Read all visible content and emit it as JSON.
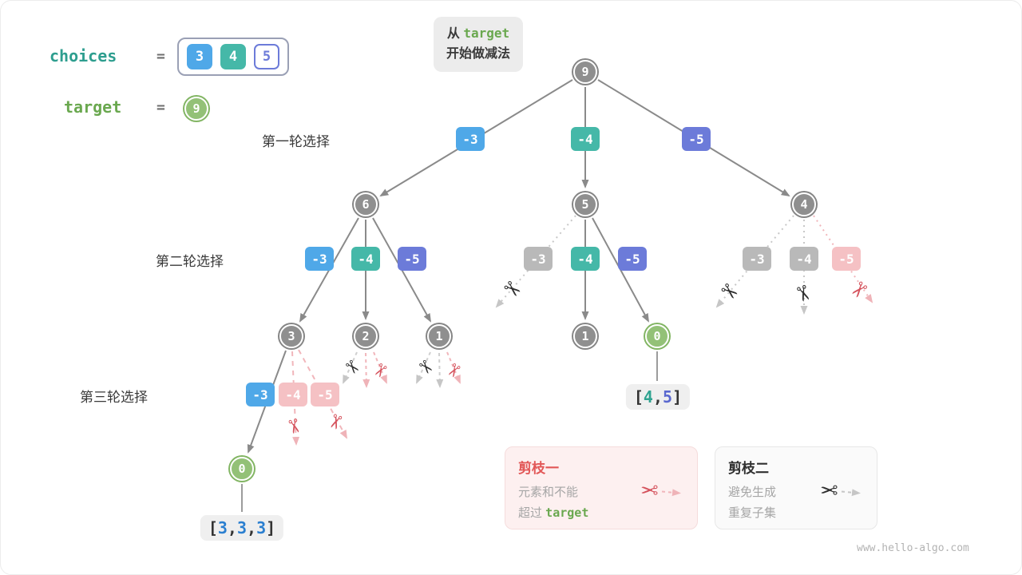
{
  "icons": {
    "scissors": "✂"
  },
  "watermark": "www.hello-algo.com",
  "variables": {
    "choices_label": "choices",
    "equals": "=",
    "choices": [
      {
        "value": "3",
        "color": "#4FA8E8"
      },
      {
        "value": "4",
        "color": "#45B8A8"
      },
      {
        "value": "5",
        "color": "#6C7BD9"
      }
    ],
    "target_label": "target",
    "target_value": "9",
    "target_color": "#6AA84F"
  },
  "annotation": {
    "prefix": "从 ",
    "code": "target",
    "line2": "开始做减法"
  },
  "round_labels": [
    {
      "text": "第一轮选择"
    },
    {
      "text": "第二轮选择"
    },
    {
      "text": "第三轮选择"
    }
  ],
  "nodes": [
    {
      "value": "9",
      "type": "gray"
    },
    {
      "value": "6",
      "type": "gray"
    },
    {
      "value": "5",
      "type": "gray"
    },
    {
      "value": "4",
      "type": "gray"
    },
    {
      "value": "3",
      "type": "gray"
    },
    {
      "value": "2",
      "type": "gray"
    },
    {
      "value": "1",
      "type": "gray"
    },
    {
      "value": "1",
      "type": "gray"
    },
    {
      "value": "0",
      "type": "green"
    },
    {
      "value": "0",
      "type": "green"
    }
  ],
  "edge_labels": [
    {
      "text": "-3",
      "style": "blue"
    },
    {
      "text": "-4",
      "style": "teal"
    },
    {
      "text": "-5",
      "style": "indigo"
    },
    {
      "text": "-3",
      "style": "blue"
    },
    {
      "text": "-4",
      "style": "teal"
    },
    {
      "text": "-5",
      "style": "indigo"
    },
    {
      "text": "-3",
      "style": "gray-pruned"
    },
    {
      "text": "-4",
      "style": "teal"
    },
    {
      "text": "-5",
      "style": "indigo"
    },
    {
      "text": "-3",
      "style": "gray-pruned"
    },
    {
      "text": "-4",
      "style": "gray-pruned"
    },
    {
      "text": "-5",
      "style": "pink-pruned"
    },
    {
      "text": "-3",
      "style": "blue"
    },
    {
      "text": "-4",
      "style": "pink-pruned"
    },
    {
      "text": "-5",
      "style": "pink-pruned"
    }
  ],
  "results": [
    {
      "parts": [
        {
          "t": "["
        },
        {
          "t": "4"
        },
        {
          "t": ","
        },
        {
          "t": "5"
        },
        {
          "t": "]"
        }
      ]
    },
    {
      "parts": [
        {
          "t": "["
        },
        {
          "t": "3"
        },
        {
          "t": ","
        },
        {
          "t": "3"
        },
        {
          "t": ","
        },
        {
          "t": "3"
        },
        {
          "t": "]"
        }
      ]
    }
  ],
  "legend": [
    {
      "title": "剪枝一",
      "line1": "元素和不能",
      "line2_prefix": "超过 ",
      "line2_code": "target",
      "scissors_color": "#D5535D"
    },
    {
      "title": "剪枝二",
      "line1": "避免生成",
      "line2": "重复子集",
      "scissors_color": "#2F2F2F"
    }
  ],
  "colors": {
    "blue": "#4FA8E8",
    "teal": "#45B8A8",
    "indigo": "#6C7BD9",
    "pink_pruned": "#F5C1C4",
    "gray_pruned": "#B9B9B9",
    "node_gray": "#8F8F8F",
    "node_green": "#93C177",
    "accent_green": "#6AA84F",
    "accent_teal": "#2E9E8F",
    "prune_red": "#D5535D",
    "edge_gray": "#8A8A8A"
  }
}
